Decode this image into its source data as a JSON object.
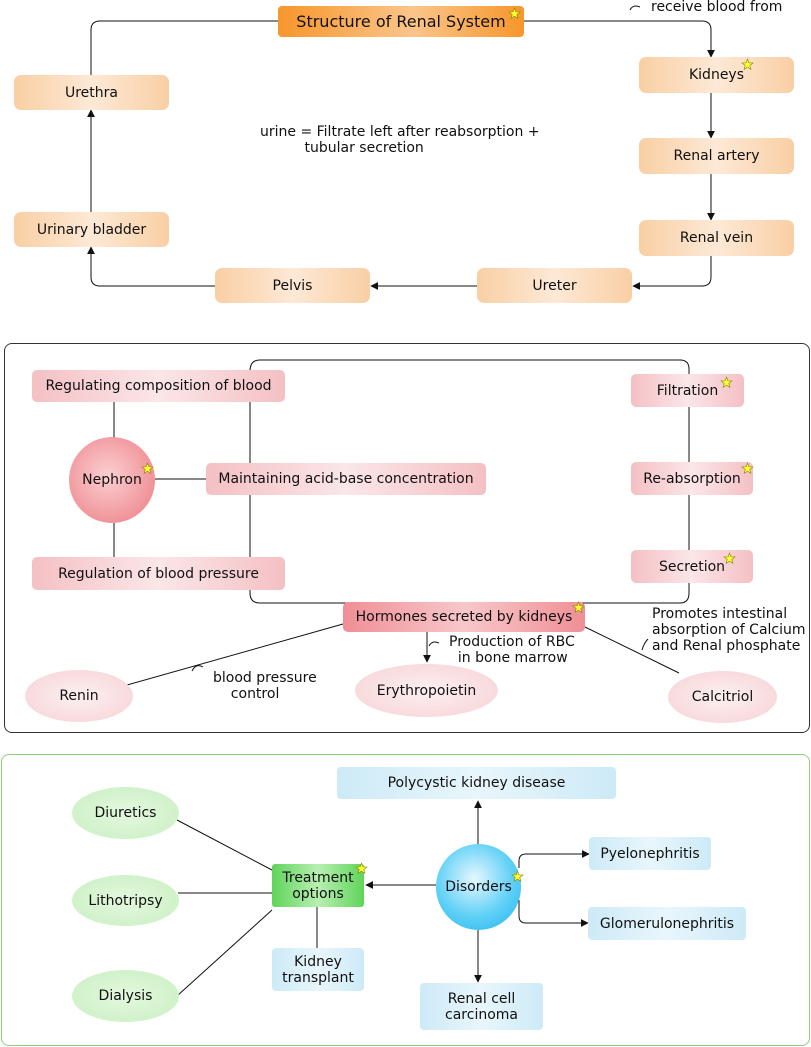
{
  "structure": {
    "title": "Structure of Renal System",
    "link_label": "receive blood from",
    "nodes": {
      "kidneys": "Kidneys",
      "renal_artery": "Renal artery",
      "renal_vein": "Renal vein",
      "ureter": "Ureter",
      "pelvis": "Pelvis",
      "urinary_bladder": "Urinary bladder",
      "urethra": "Urethra"
    },
    "note": "urine = Filtrate left after reabsorption +\n          tubular secretion"
  },
  "function": {
    "nephron": "Nephron",
    "regulating": "Regulating composition of blood",
    "acid_base": "Maintaining acid-base concentration",
    "blood_pressure": "Regulation of blood pressure",
    "filtration": "Filtration",
    "reabsorption": "Re-absorption",
    "secretion": "Secretion",
    "hormones": "Hormones secreted by kidneys",
    "renin": "Renin",
    "erythropoietin": "Erythropoietin",
    "calcitriol": "Calcitriol",
    "renin_note": "blood pressure\n    control",
    "epo_note": "Production of RBC\n  in bone marrow",
    "calcitriol_note": "Promotes intestinal\nabsorption of Calcium\nand Renal phosphate"
  },
  "disorders": {
    "disorders": "Disorders",
    "polycystic": "Polycystic kidney disease",
    "pyelonephritis": "Pyelonephritis",
    "glomerulonephritis": "Glomerulonephritis",
    "renal_cell": "Renal cell\ncarcinoma",
    "treatment": "Treatment\noptions",
    "diuretics": "Diuretics",
    "lithotripsy": "Lithotripsy",
    "dialysis": "Dialysis",
    "kidney_transplant": "Kidney\ntransplant"
  },
  "colors": {
    "structure_accent": "#f7962c",
    "function_accent": "#ef8f95",
    "disorders_accent": "#1fb4ee",
    "treatment_accent": "#5fd45a",
    "star": "#ffff33"
  }
}
